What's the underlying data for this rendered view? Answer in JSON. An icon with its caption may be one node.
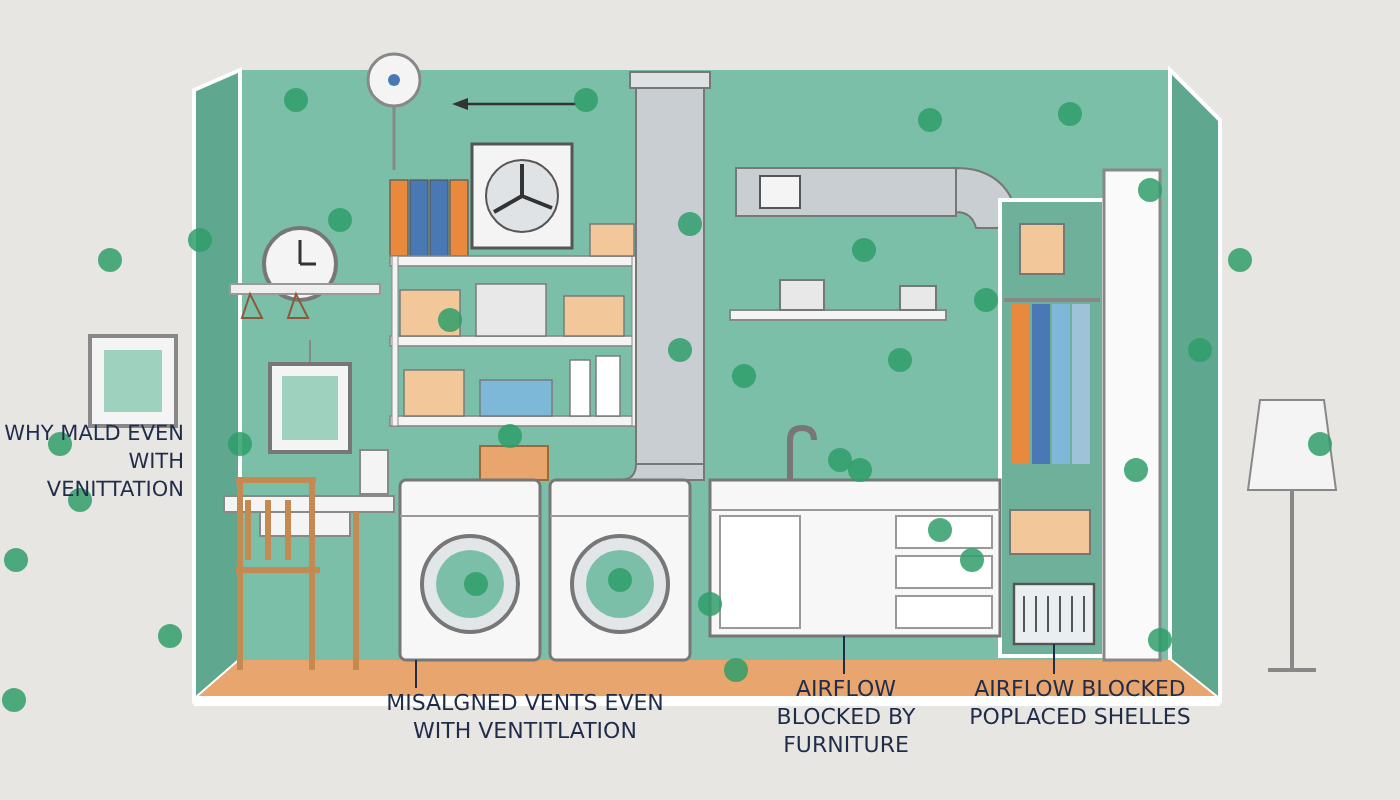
{
  "diagram": {
    "nodes": [
      {
        "text": [
          "MISALGNED VENTS EVEN WITH VENTITLATION"
        ]
      },
      {
        "text": [],
        "shape": "picture"
      },
      {
        "text": [
          "AIRFLOW BLOCKED BY FURNITURE"
        ]
      },
      {
        "text": [],
        "shape": "picture"
      },
      {
        "text": [
          "AIRFLOW BLOCKED POPLACED SHELLES"
        ]
      },
      {
        "text": [],
        "shape": "picture"
      }
    ],
    "edges": [
      {
        "from": 0,
        "to": 1,
        "arrow": "none"
      },
      {
        "from": 2,
        "to": 3,
        "arrow": "none"
      },
      {
        "from": 4,
        "to": 5,
        "arrow": "none"
      }
    ],
    "labels": [
      "WHY MALD EVEN WITH VENITTATION"
    ]
  }
}
